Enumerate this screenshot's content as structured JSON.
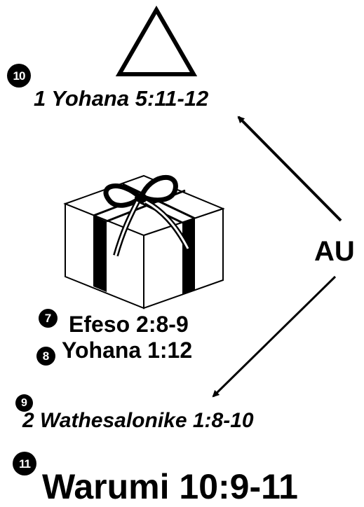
{
  "markers": {
    "m7": "7",
    "m8": "8",
    "m9": "9",
    "m10": "10",
    "m11": "11"
  },
  "references": {
    "yohana_5": "1 Yohana 5:11-12",
    "efeso": "Efeso 2:8-9",
    "yohana_1": "Yohana 1:12",
    "wathesalonike": "2 Wathesalonike 1:8-10",
    "warumi": "Warumi 10:9-11"
  },
  "au_label": "AU",
  "icons": {
    "top": "triangle-icon",
    "middle": "gift-box-icon"
  },
  "colors": {
    "ink": "#000000",
    "background": "#ffffff"
  }
}
